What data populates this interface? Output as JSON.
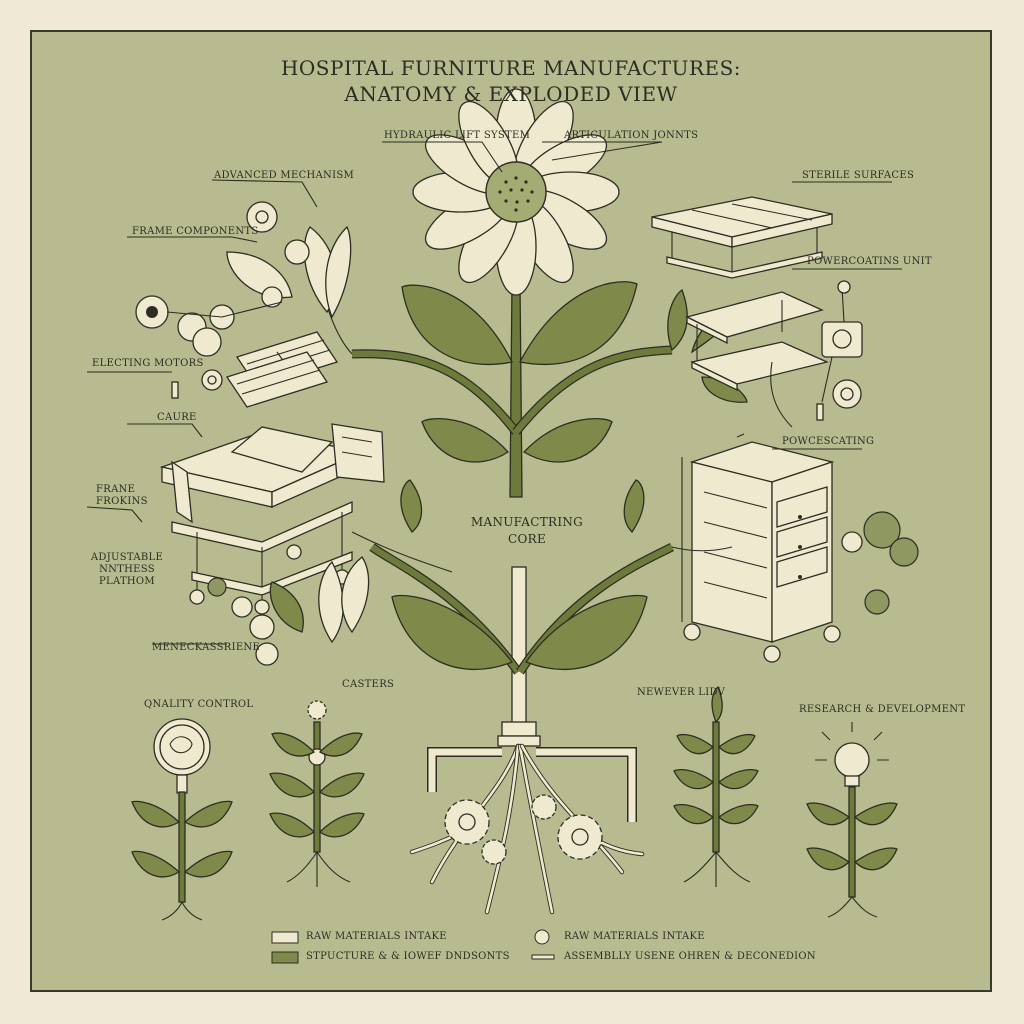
{
  "title": {
    "line1": "HOSPITAL FURNITURE MANUFACTURES:",
    "line2": "ANATOMY & EXPLODED VIEW"
  },
  "labels": {
    "hydraulic": "HYDRAULIC LIFT SYSTEM",
    "articulation": "ARTICULATION JONNTS",
    "advanced": "ADVANCED MECHANISM",
    "sterile": "STERILE SURFACES",
    "frame_components": "FRAME COMPONENTS",
    "powercoating_unit": "POWERCOATINS UNIT",
    "electric_motors": "ELECTING MOTORS",
    "caure": "CAURE",
    "powercoating": "POWCESCATING",
    "frame_frokins_1": "FRANE",
    "frame_frokins_2": "FROKINS",
    "manufacturing_core_1": "MANUFACTRING",
    "manufacturing_core_2": "CORE",
    "adjustable_1": "ADJUSTABLE",
    "adjustable_2": "NNTHESS",
    "adjustable_3": "PLATHOM",
    "mechanism": "MENECKASSRIENE",
    "quality": "QNALITY CONTROL",
    "casters": "CASTERS",
    "newer_lidv": "NEWEVER LIDV",
    "research": "RESEARCH & DEVELOPMENT"
  },
  "legend": [
    {
      "label": "RAW MATERIALS INTAKE"
    },
    {
      "label": "STPUCTURE & & IOWEF DNDSONTS"
    },
    {
      "label": "RAW MATERIALS INTAKE"
    },
    {
      "label": "ASSEMBLLY USENE OHREN & DECONEDION"
    }
  ],
  "colors": {
    "background": "#b7bb8f",
    "border": "#efe9d6",
    "leaf": "#7f8a4a",
    "stem": "#6d7a3c",
    "cream": "#efe9cf",
    "ink": "#2d2d22"
  }
}
